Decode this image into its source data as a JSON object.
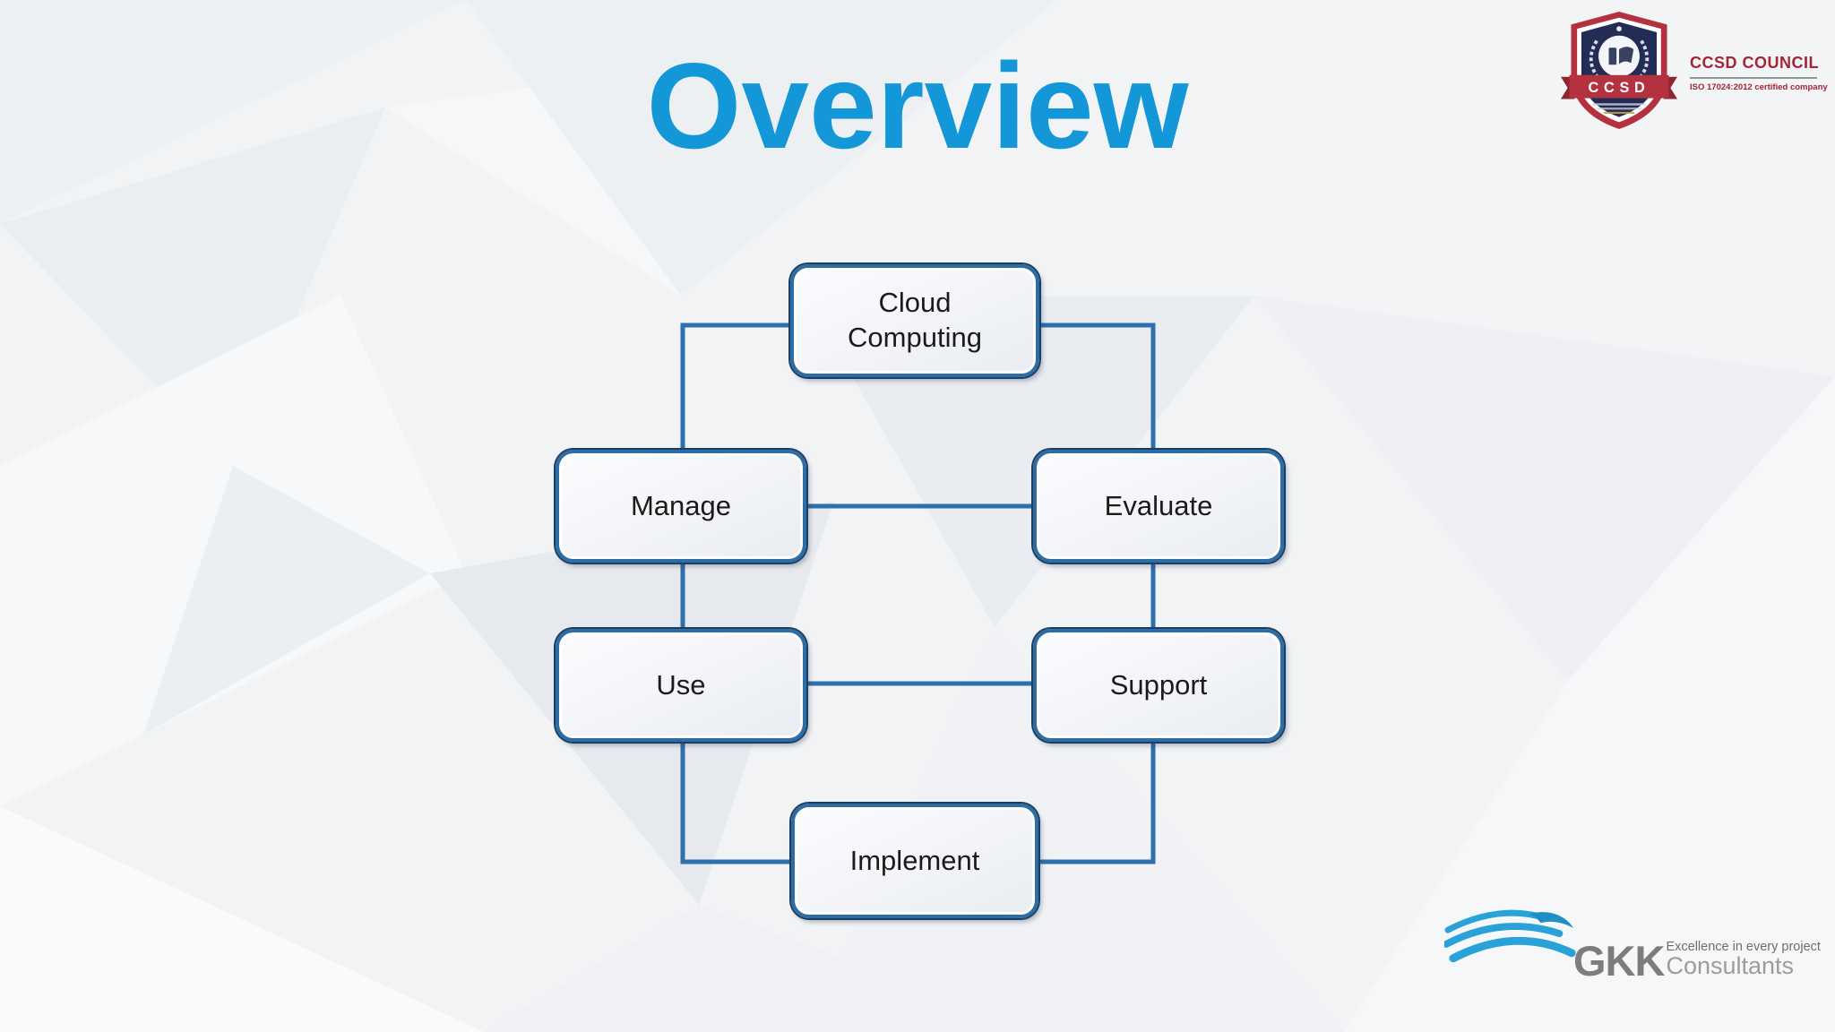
{
  "slide": {
    "title": "Overview",
    "title_color": "#1497d9"
  },
  "diagram": {
    "nodes": [
      {
        "id": "cloud-computing",
        "label": "Cloud Computing"
      },
      {
        "id": "manage",
        "label": "Manage"
      },
      {
        "id": "evaluate",
        "label": "Evaluate"
      },
      {
        "id": "use",
        "label": "Use"
      },
      {
        "id": "support",
        "label": "Support"
      },
      {
        "id": "implement",
        "label": "Implement"
      }
    ],
    "box_border_color": "#2e6da4",
    "box_outline_color": "#1d3e63",
    "connector_color": "#2e6fad",
    "label_color": "#1b1b1b"
  },
  "ccsd_logo": {
    "badge_text": "CCSD",
    "org_name": "CCSD COUNCIL",
    "certification": "ISO 17024:2012 certified company",
    "shield_red": "#b43240",
    "shield_navy": "#232c54",
    "text_red": "#a32638"
  },
  "gkk_logo": {
    "name": "GKK",
    "tagline": "Excellence in every project",
    "subname": "Consultants",
    "swoosh_color": "#29a2d7",
    "name_color": "#7d7d7d"
  }
}
